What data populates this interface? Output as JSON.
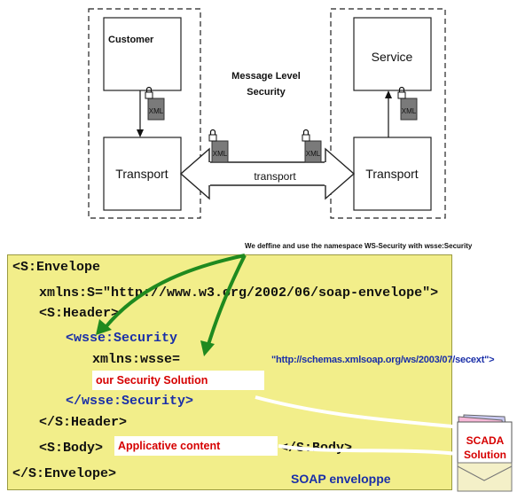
{
  "top_diagram": {
    "customer_label": "Customer",
    "service_label": "Service",
    "transport_left_label": "Transport",
    "transport_right_label": "Transport",
    "message_level_security_line1": "Message Level",
    "message_level_security_line2": "Security",
    "arrow_label": "transport",
    "xml_tag": "XML"
  },
  "annotation": {
    "note": "We deffine and use the namespace WS-Security with wsse:Security"
  },
  "code": {
    "envelope_open": "<S:Envelope",
    "xmlns_s": "xmlns:S=\"http://www.w3.org/2002/06/soap-envelope\">",
    "header_open": "<S:Header>",
    "security_open": "<wsse:Security",
    "xmlns_wsse_prefix": "xmlns:wsse=",
    "xmlns_wsse_url": "\"http://schemas.xmlsoap.org/ws/2003/07/secext\">",
    "security_content": "our Security Solution",
    "security_close": "</wsse:Security>",
    "header_close": "</S:Header>",
    "body_open": "<S:Body>",
    "body_content": "Applicative content",
    "body_close": "</S:Body>",
    "envelope_close": "</S:Envelope>"
  },
  "soap_label": "SOAP enveloppe",
  "scada": {
    "line1": "SCADA",
    "line2": "Solution"
  }
}
